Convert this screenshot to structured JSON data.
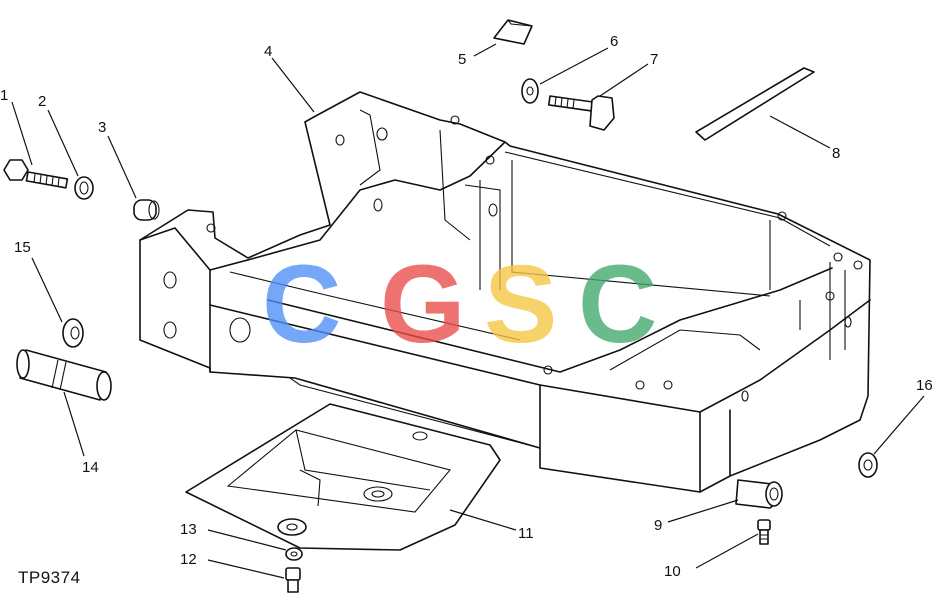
{
  "figure_id": "TP9374",
  "watermark": "CGSC",
  "watermark_colors": [
    "#4f8ff7",
    "#ea4b47",
    "#f6c541",
    "#3fa96b"
  ],
  "callouts": [
    "1",
    "2",
    "3",
    "4",
    "5",
    "6",
    "7",
    "8",
    "9",
    "10",
    "11",
    "12",
    "13",
    "14",
    "15",
    "16"
  ]
}
